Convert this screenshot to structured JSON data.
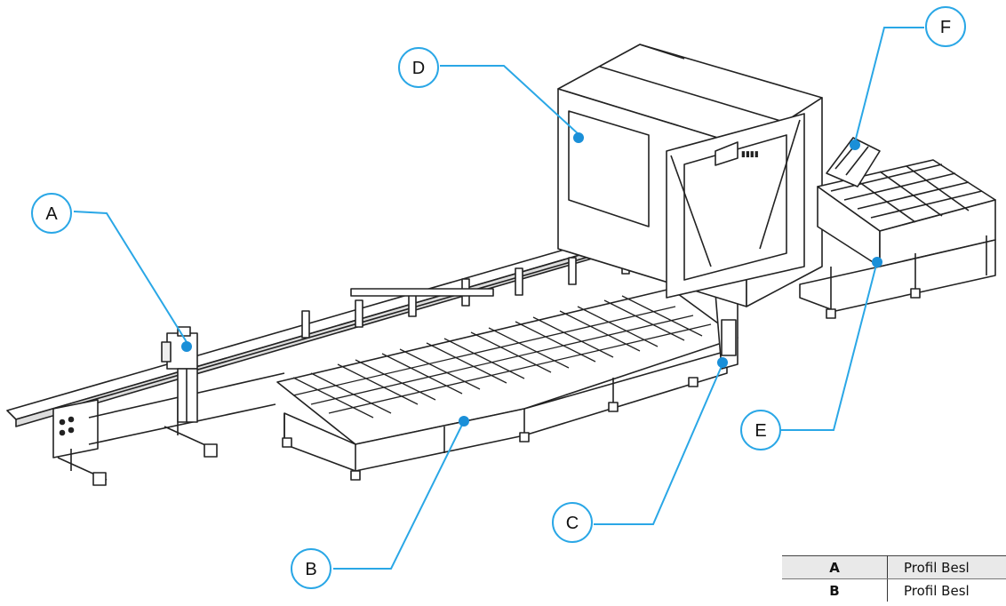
{
  "callouts": [
    {
      "id": "A",
      "label": "A"
    },
    {
      "id": "B",
      "label": "B"
    },
    {
      "id": "C",
      "label": "C"
    },
    {
      "id": "D",
      "label": "D"
    },
    {
      "id": "E",
      "label": "E"
    },
    {
      "id": "F",
      "label": "F"
    }
  ],
  "legend": [
    {
      "key": "A",
      "desc": "Profil Besl"
    },
    {
      "key": "B",
      "desc": "Profil Besl"
    }
  ],
  "colors": {
    "callout_line": "#2aa7e6",
    "callout_dot": "#1a8fd8",
    "machine_line": "#222222",
    "legend_header": "#e9e9e9"
  }
}
